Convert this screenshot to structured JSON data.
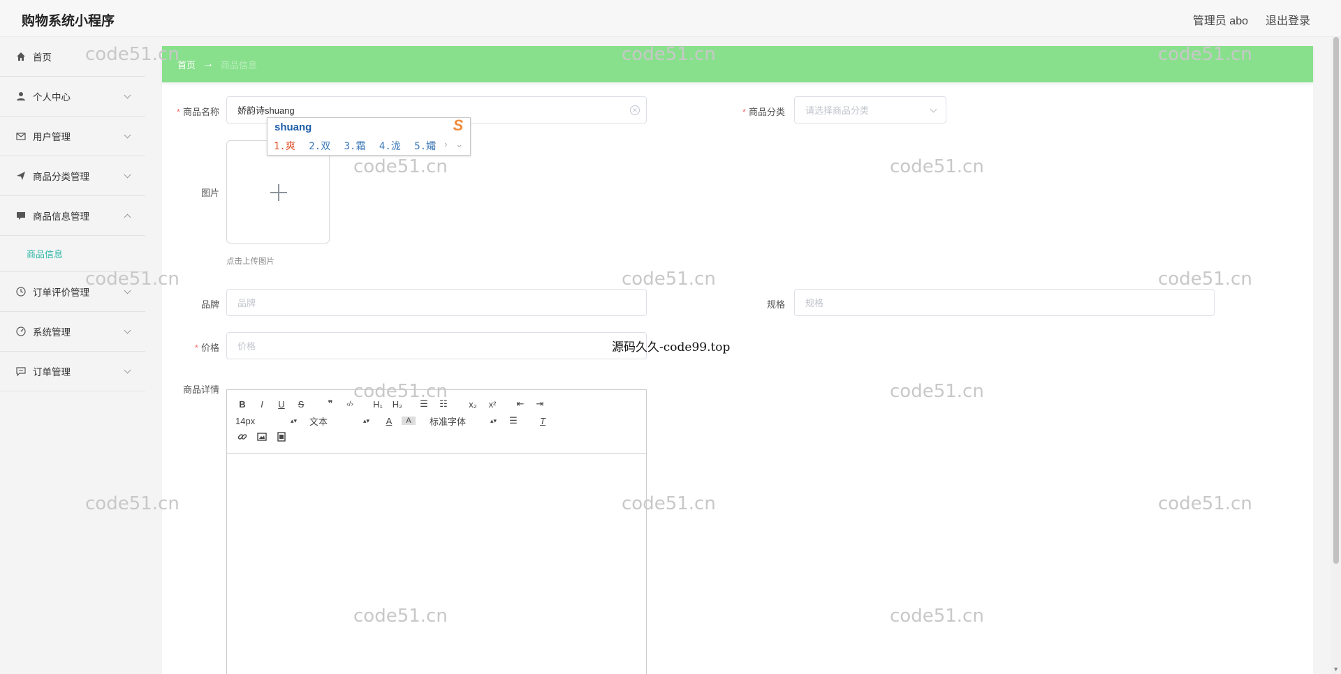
{
  "header": {
    "app_title": "购物系统小程序",
    "admin_label": "管理员 abo",
    "logout_label": "退出登录"
  },
  "sidebar": {
    "items": [
      {
        "label": "首页",
        "icon": "home-icon",
        "expandable": false
      },
      {
        "label": "个人中心",
        "icon": "user-icon",
        "expandable": true
      },
      {
        "label": "用户管理",
        "icon": "mail-icon",
        "expandable": true
      },
      {
        "label": "商品分类管理",
        "icon": "send-icon",
        "expandable": true
      },
      {
        "label": "商品信息管理",
        "icon": "message-icon",
        "expandable": true,
        "expanded": true
      },
      {
        "label": "订单评价管理",
        "icon": "clock-icon",
        "expandable": true
      },
      {
        "label": "系统管理",
        "icon": "gauge-icon",
        "expandable": true
      },
      {
        "label": "订单管理",
        "icon": "chat-icon",
        "expandable": true
      }
    ],
    "sub_item": "商品信息"
  },
  "breadcrumb": {
    "home": "首页",
    "arrow": "→",
    "current": "商品信息"
  },
  "form": {
    "name_label": "商品名称",
    "name_value": "娇韵诗shuang",
    "category_label": "商品分类",
    "category_placeholder": "请选择商品分类",
    "image_label": "图片",
    "upload_tip": "点击上传图片",
    "brand_label": "品牌",
    "brand_placeholder": "品牌",
    "spec_label": "规格",
    "spec_placeholder": "规格",
    "price_label": "价格",
    "price_placeholder": "价格",
    "detail_label": "商品详情",
    "required_mark": "*"
  },
  "ime": {
    "pinyin": "shuang",
    "candidates": [
      "1.爽",
      "2.双",
      "3.霜",
      "4.泷",
      "5.孀"
    ],
    "nav": "‹ › ⌄",
    "logo": "S"
  },
  "editor": {
    "row1": [
      "B",
      "I",
      "U",
      "S",
      "❞",
      "‹/›",
      "H₁",
      "H₂",
      "☰",
      "☷",
      "x₂",
      "x²",
      "⇤",
      "⇥"
    ],
    "font_size": "14px",
    "block_format": "文本",
    "font_family": "标准字体"
  },
  "watermark_text": "code51.cn",
  "overlay_text": "源码久久-code99.top",
  "colors": {
    "breadcrumb_bg": "#88e08c",
    "accent": "#2fb8a6",
    "required": "#f56c6c"
  }
}
